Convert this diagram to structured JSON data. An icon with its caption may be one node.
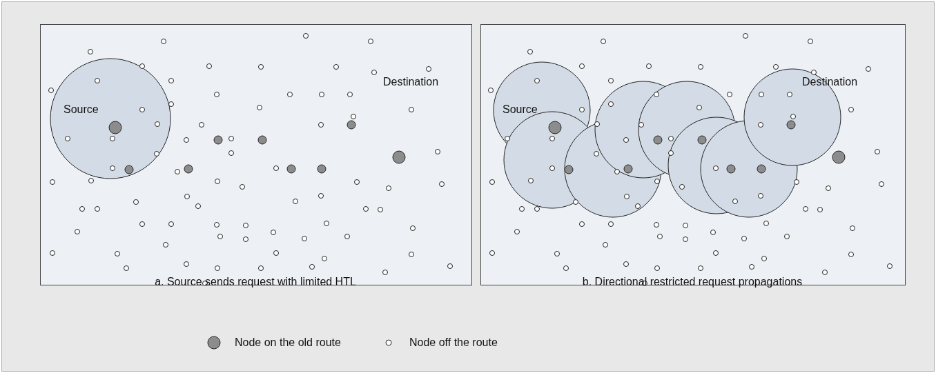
{
  "diagram": {
    "labels": [
      "Source",
      "Destination",
      "a. Source sends request with limited HTL",
      "Source",
      "Destination",
      "b. Directional restricted request propagations"
    ],
    "legend": [
      {
        "text": "Node on the old route"
      },
      {
        "text": "Node off the route"
      }
    ]
  }
}
